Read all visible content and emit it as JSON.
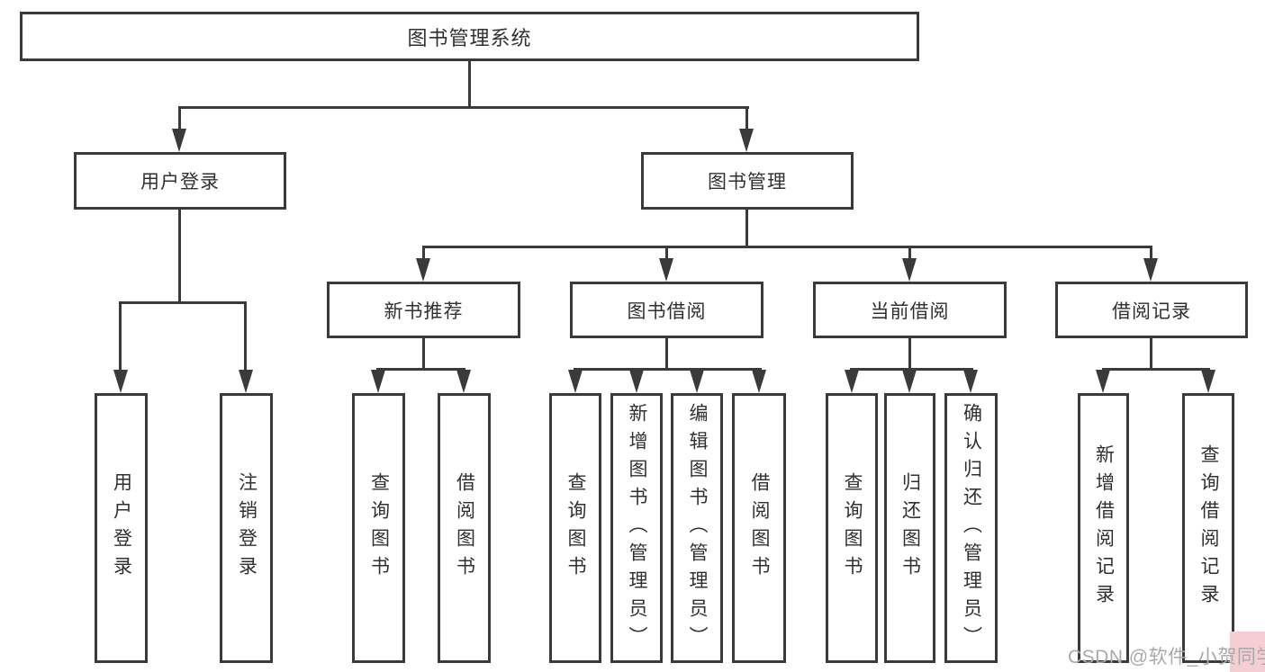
{
  "nodes": {
    "root": "图书管理系统",
    "user_login": "用户登录",
    "book_management": "图书管理",
    "new_book_recommend": "新书推荐",
    "book_borrow": "图书借阅",
    "current_borrow": "当前借阅",
    "borrow_records": "借阅记录",
    "leaf_user_login": "用户登录",
    "leaf_logout": "注销登录",
    "leaf_query_books_1": "查询图书",
    "leaf_borrow_books_1": "借阅图书",
    "leaf_query_books_2": "查询图书",
    "leaf_add_books_admin": "新增图书（管理员）",
    "leaf_edit_books_admin": "编辑图书（管理员）",
    "leaf_borrow_books_2": "借阅图书",
    "leaf_query_books_3": "查询图书",
    "leaf_return_books": "归还图书",
    "leaf_confirm_return_admin": "确认归还（管理员）",
    "leaf_add_borrow_record": "新增借阅记录",
    "leaf_query_borrow_record": "查询借阅记录"
  },
  "hierarchy": {
    "图书管理系统": [
      "用户登录",
      "图书管理"
    ],
    "用户登录": [
      "用户登录",
      "注销登录"
    ],
    "图书管理": [
      "新书推荐",
      "图书借阅",
      "当前借阅",
      "借阅记录"
    ],
    "新书推荐": [
      "查询图书",
      "借阅图书"
    ],
    "图书借阅": [
      "查询图书",
      "新增图书（管理员）",
      "编辑图书（管理员）",
      "借阅图书"
    ],
    "当前借阅": [
      "查询图书",
      "归还图书",
      "确认归还（管理员）"
    ],
    "借阅记录": [
      "新增借阅记录",
      "查询借阅记录"
    ]
  },
  "watermark": {
    "text": "CSDN @软件_小贺同学"
  },
  "colors": {
    "line": "#3a3a3a",
    "text": "#303030",
    "background": "#ffffff",
    "watermark_text": "#a9a9a9",
    "watermark_highlight": "#f5ced3"
  }
}
